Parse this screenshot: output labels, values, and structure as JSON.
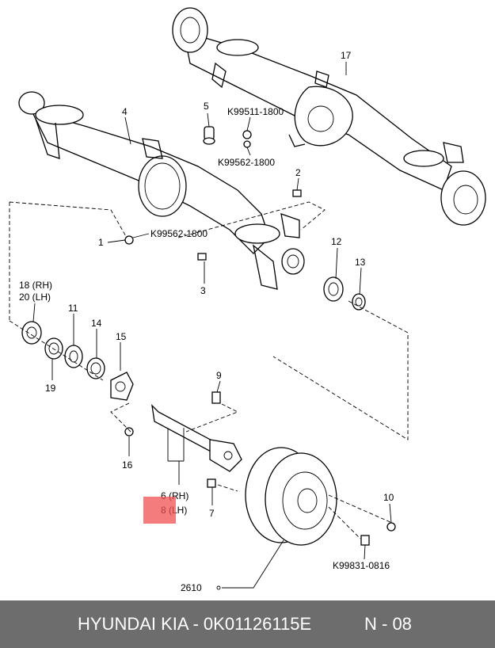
{
  "callouts": {
    "p1": "1",
    "p2": "2",
    "p3": "3",
    "p4": "4",
    "p5": "5",
    "p6": "6 (RH)",
    "p7": "7",
    "p8": "8 (LH)",
    "p9": "9",
    "p10": "10",
    "p11": "11",
    "p12": "12",
    "p13": "13",
    "p14": "14",
    "p15": "15",
    "p16": "16",
    "p17": "17",
    "p18": "18 (RH)",
    "p19": "19",
    "p20": "20 (LH)",
    "k1": "K99511-1800",
    "k2": "K99562-1800",
    "k3": "K99562-1800",
    "k4": "K99831-0816",
    "drum": "2610"
  },
  "footer": {
    "brand": "HYUNDAI  KIA - 0K01126115E",
    "code": "N - 08"
  },
  "colors": {
    "highlight": "#f05050",
    "footer_bg": "#6d6d6d",
    "footer_text": "#ffffff"
  }
}
